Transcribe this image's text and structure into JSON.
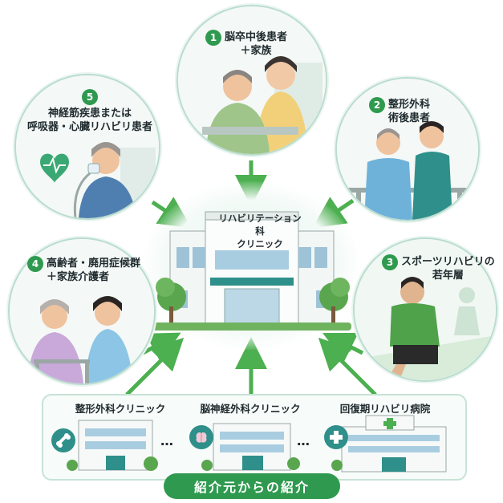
{
  "patients": [
    {
      "number": "1",
      "lines": [
        "脳卒中後患者",
        "＋家族"
      ]
    },
    {
      "number": "2",
      "lines": [
        "整形外科",
        "術後患者"
      ]
    },
    {
      "number": "3",
      "lines": [
        "スポーツリハビリの",
        "若年層"
      ]
    },
    {
      "number": "4",
      "lines": [
        "高齢者・廃用症候群",
        "＋家族介護者"
      ]
    },
    {
      "number": "5",
      "lines": [
        "神経筋疾患または",
        "呼吸器・心臓リハビリ患者"
      ]
    }
  ],
  "center": {
    "lines": [
      "リハビリテーション科",
      "クリニック"
    ]
  },
  "referrals": {
    "sources": [
      {
        "label": "整形外科クリニック",
        "icon": "bone-icon"
      },
      {
        "label": "脳神経外科クリニック",
        "icon": "brain-icon"
      },
      {
        "label": "回復期リハビリ病院",
        "icon": "medical-cross-icon"
      }
    ],
    "separator": "…",
    "footer": "紹介元からの紹介"
  },
  "colors": {
    "accent_green": "#2f9a4f",
    "teal": "#2f8f8a",
    "arrow_green": "#4caf50"
  }
}
